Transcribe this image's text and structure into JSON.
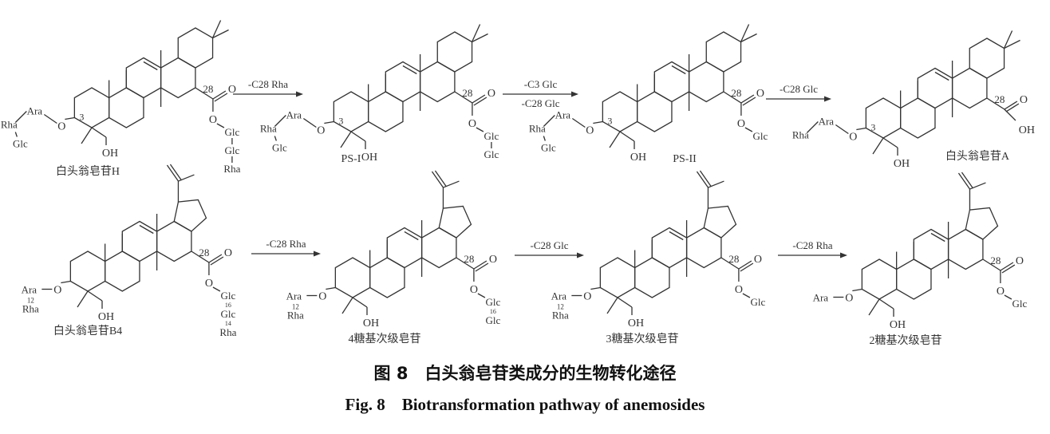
{
  "colors": {
    "bond": "#333333",
    "oxygen": "#e0302a",
    "text": "#333333"
  },
  "molecules": [
    {
      "id": "m1",
      "type": "oleanane",
      "name": "白头翁皂苷H",
      "left": [
        "Ara",
        "Rha",
        "Glc"
      ],
      "left_links": [],
      "right": [
        "Glc",
        "Glc",
        "Rha"
      ],
      "right_links": [],
      "position_label": "3",
      "c28_label": "28"
    },
    {
      "id": "m2",
      "type": "oleanane",
      "name": "PS-I",
      "left": [
        "Ara",
        "Rha",
        "Glc"
      ],
      "left_links": [],
      "right": [
        "Glc",
        "Glc"
      ],
      "right_links": [],
      "position_label": "3",
      "c28_label": "28"
    },
    {
      "id": "m3",
      "type": "oleanane",
      "name": "PS-II",
      "left": [
        "Ara",
        "Rha",
        "Glc"
      ],
      "left_links": [],
      "right": [
        "Glc"
      ],
      "right_links": [],
      "position_label": "3",
      "c28_label": "28"
    },
    {
      "id": "m4",
      "type": "oleanane",
      "name": "白头翁皂苷A",
      "left": [
        "Ara",
        "Rha"
      ],
      "left_links": [],
      "right": [],
      "right_links": [],
      "acid": "OH",
      "position_label": "3",
      "c28_label": "28"
    },
    {
      "id": "m5",
      "type": "lupane",
      "name": "白头翁皂苷B4",
      "left": [
        "Ara",
        "Rha"
      ],
      "left_links": [
        "12"
      ],
      "right": [
        "Glc",
        "Glc",
        "Rha"
      ],
      "right_links": [
        "16",
        "14"
      ],
      "c28_label": "28"
    },
    {
      "id": "m6",
      "type": "lupane",
      "name": "4糖基次级皂苷",
      "left": [
        "Ara",
        "Rha"
      ],
      "left_links": [
        "12"
      ],
      "right": [
        "Glc",
        "Glc"
      ],
      "right_links": [
        "16"
      ],
      "c28_label": "28"
    },
    {
      "id": "m7",
      "type": "lupane",
      "name": "3糖基次级皂苷",
      "left": [
        "Ara",
        "Rha"
      ],
      "left_links": [
        "12"
      ],
      "right": [
        "Glc"
      ],
      "right_links": [],
      "c28_label": "28"
    },
    {
      "id": "m8",
      "type": "lupane",
      "name": "2糖基次级皂苷",
      "left": [
        "Ara"
      ],
      "left_links": [],
      "right": [
        "Glc"
      ],
      "right_links": [],
      "c28_label": "28"
    }
  ],
  "atoms": {
    "oxygen": "O",
    "hydroxyl": "OH"
  },
  "arrows": [
    {
      "above": "-C28 Rha",
      "below": ""
    },
    {
      "above": "-C3 Glc",
      "below": "-C28 Glc"
    },
    {
      "above": "-C28 Glc",
      "below": ""
    },
    {
      "above": "-C28 Rha",
      "below": ""
    },
    {
      "above": "-C28 Glc",
      "below": ""
    },
    {
      "above": "-C28 Rha",
      "below": ""
    }
  ],
  "caption": {
    "cn": "图 8　白头翁皂苷类成分的生物转化途径",
    "en": "Fig. 8　Biotransformation pathway of anemosides"
  }
}
